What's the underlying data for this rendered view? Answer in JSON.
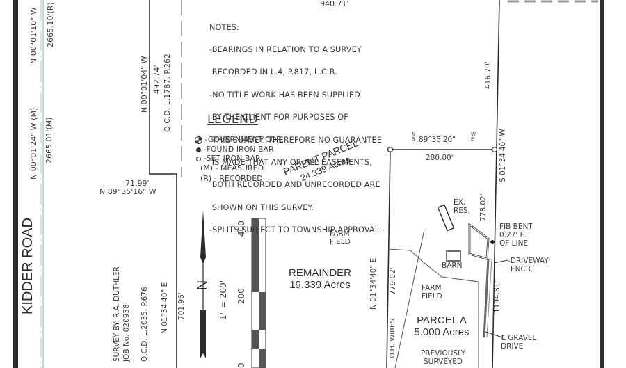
{
  "document": {
    "type": "survey-drawing",
    "road": {
      "name": "KIDDER ROAD"
    },
    "west_line": {
      "bearing_measured": "N 00°01'24\" W (M)",
      "distance_measured": "2665.01'(M)",
      "bearing_recorded": "N 00°01'10\" W",
      "distance_recorded": "2665.10'(R)"
    },
    "top_distance": "940.71'",
    "notes": {
      "title": "NOTES:",
      "lines": [
        "-BEARINGS IN RELATION TO A SURVEY",
        " RECORDED IN L.4, P.817, L.C.R.",
        "-NO TITLE WORK HAS BEEN SUPPLIED",
        " BY THE CLIENT FOR PURPOSES OF",
        " THIS SURVEY. THEREFORE NO GUARANTEE",
        " IS MADE THAT ANY OR ALL EASEMENTS,",
        " BOTH RECORDED AND UNRECORDED ARE",
        " SHOWN ON THIS SURVEY.",
        "-SPLITS SUBJECT TO TOWNSHIP APPROVAL."
      ]
    },
    "legend": {
      "title": "LEGEND",
      "items": [
        {
          "symbol": "government-corner-icon",
          "label": "-GOVERNMENT COR."
        },
        {
          "symbol": "found-iron-bar-icon",
          "label": "-FOUND IRON BAR"
        },
        {
          "symbol": "set-iron-bar-icon",
          "label": "-SET IRON BAR"
        },
        {
          "symbol": "(M)",
          "label": "- MEASURED"
        },
        {
          "symbol": "(R)",
          "label": "- RECORDED"
        }
      ]
    },
    "qcd_upper": {
      "bearing": "N 00°01'04\" W",
      "distance": "492.74'",
      "reference": "Q.C.D. L.1787, P.262"
    },
    "jog": {
      "distance": "71.99'",
      "bearing": "N 89°35'16\" W"
    },
    "survey_info": {
      "surveyor": "SURVEY BY: R.A. DUTHLER",
      "job": "JOB No. 020938",
      "qcd_lower": "Q.C.D. L.2035, P.676",
      "bearing": "N 01°34'40\" E",
      "distance": "701.96'"
    },
    "scale": {
      "text": "1\" = 200'",
      "ticks": [
        "0",
        "200",
        "400"
      ],
      "north_label": "N"
    },
    "parent_parcel": {
      "name": "PARENT PARCEL",
      "area": "24.339 Acres"
    },
    "remainder": {
      "name": "REMAINDER",
      "area": "19.339 Acres"
    },
    "parcel_a": {
      "name": "PARCEL A",
      "area": "5.000 Acres",
      "note_1": "PREVIOUSLY",
      "note_2": "SURVEYED",
      "north_bearing_ns": "N",
      "north_bearing_sw": "S",
      "north_bearing": "89°35'20\"",
      "north_bearing_w": "W",
      "north_bearing_e": "E",
      "north_distance": "280.00'",
      "east_bearing": "S 01°34'40\" W",
      "east_upper_distance": "416.79'",
      "east_lower_distance": "1194.81'",
      "east_inner_distance": "778.02'",
      "west_bearing": "N 01°34'40\" E",
      "west_bearing_alt_1": "S",
      "west_bearing_alt_2": "W",
      "west_distance": "778.02'"
    },
    "features": {
      "farm_field_1": [
        "FARM",
        "FIELD"
      ],
      "farm_field_2": [
        "FARM",
        "FIELD"
      ],
      "ex_res": [
        "EX.",
        "RES."
      ],
      "barn": "BARN",
      "oh_wires": "O.H. WIRES",
      "fib_bent": [
        "FIB BENT",
        "0.27' E.",
        "OF LINE"
      ],
      "driveway": [
        "-DRIVEWAY",
        "ENCR."
      ],
      "gravel": [
        "℄ GRAVEL",
        "DRIVE"
      ]
    },
    "colors": {
      "line": "#2a2a2a",
      "text": "#3a3a3a",
      "border": "#2b2b2b",
      "road_line": "#9bbfc4"
    }
  }
}
